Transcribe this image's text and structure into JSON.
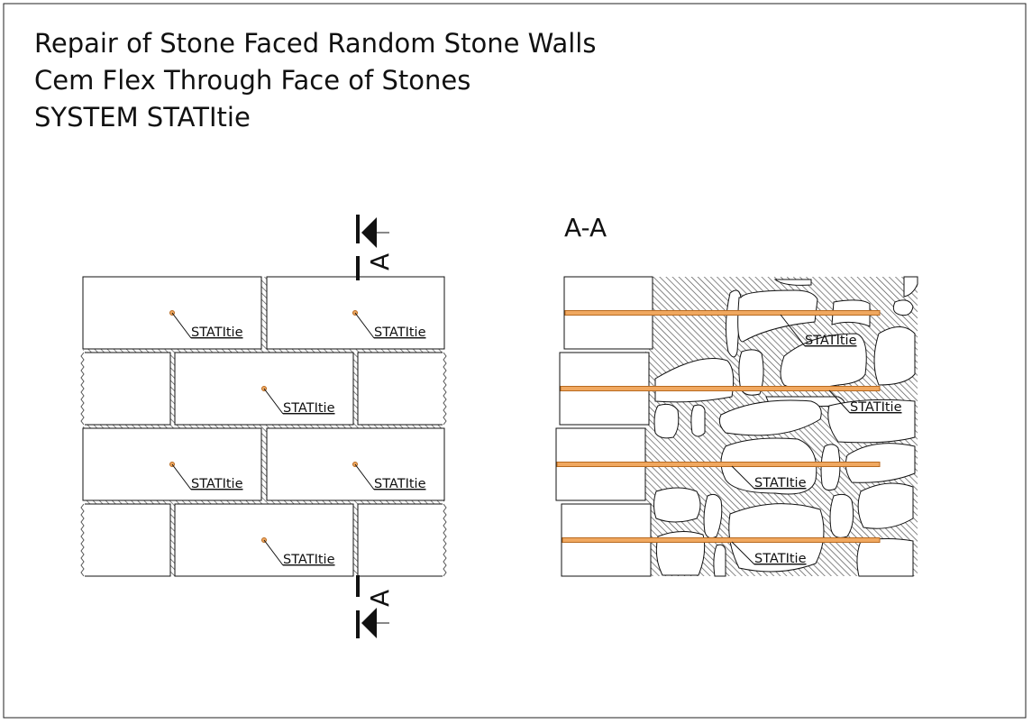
{
  "title": {
    "line1": "Repair of Stone Faced Random Stone Walls",
    "line2": "Cem Flex Through Face of Stones",
    "line3": "SYSTEM STATItie"
  },
  "elevation": {
    "section_mark": "A",
    "tie_labels": [
      "STATItie",
      "STATItie",
      "STATItie",
      "STATItie",
      "STATItie",
      "STATItie"
    ]
  },
  "section": {
    "title": "A-A",
    "tie_labels": [
      "STATItie",
      "STATItie",
      "STATItie",
      "STATItie"
    ]
  },
  "colors": {
    "tie": "#f0a860",
    "tie_edge": "#b86a20",
    "line": "#111111"
  }
}
